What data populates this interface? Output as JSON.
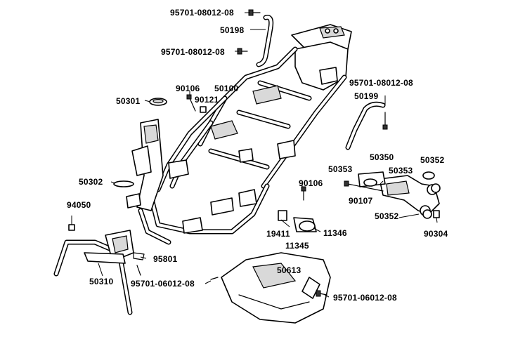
{
  "labels": {
    "l_95701_08012_08_a": "95701-08012-08",
    "l_50198": "50198",
    "l_95701_08012_08_b": "95701-08012-08",
    "l_95701_08012_08_c": "95701-08012-08",
    "l_50199": "50199",
    "l_50301": "50301",
    "l_90106_a": "90106",
    "l_50100": "50100",
    "l_90121": "90121",
    "l_50350": "50350",
    "l_50352_a": "50352",
    "l_50353_a": "50353",
    "l_50353_b": "50353",
    "l_50302": "50302",
    "l_90106_b": "90106",
    "l_90107": "90107",
    "l_50352_b": "50352",
    "l_90304": "90304",
    "l_94050": "94050",
    "l_19411": "19411",
    "l_11346": "11346",
    "l_11345": "11345",
    "l_95801": "95801",
    "l_50613": "50613",
    "l_50310": "50310",
    "l_95701_06012_08_a": "95701-06012-08",
    "l_95701_06012_08_b": "95701-06012-08"
  }
}
